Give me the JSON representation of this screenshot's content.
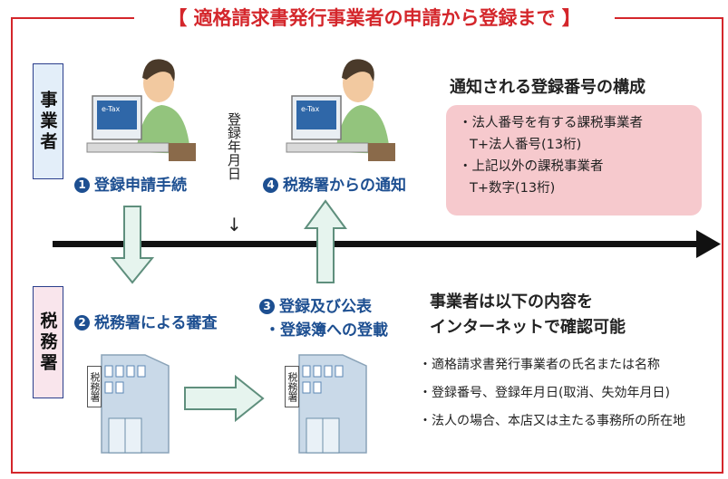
{
  "title": "【 適格請求書発行事業者の申請から登録まで 】",
  "side_labels": {
    "top": "事業者",
    "bottom": "税務署"
  },
  "steps": {
    "step1": {
      "num": "1",
      "label": "登録申請手続"
    },
    "step2": {
      "num": "2",
      "label": "税務署による審査"
    },
    "step3": {
      "num": "3",
      "line1": "登録及び公表",
      "line2": "・登録簿への登載"
    },
    "step4": {
      "num": "4",
      "label": "税務署からの通知"
    }
  },
  "registration_date_label": "登録年月日",
  "registration_date_arrow": "↓",
  "pc_screen_label": "e-Tax",
  "building_label": "税務署",
  "number_structure": {
    "heading": "通知される登録番号の構成",
    "line1": "・法人番号を有する課税事業者",
    "line2": "T+法人番号(13桁)",
    "line3": "・上記以外の課税事業者",
    "line4": "T+数字(13桁)"
  },
  "internet_check": {
    "heading1": "事業者は以下の内容を",
    "heading2": "インターネットで確認可能",
    "items": [
      "・適格請求書発行事業者の氏名または名称",
      "・登録番号、登録年月日(取消、失効年月日)",
      "・法人の場合、本店又は主たる事務所の所在地"
    ]
  },
  "colors": {
    "frame_red": "#d4262b",
    "step_blue": "#1d4f91",
    "arrow_green_fill": "#e6f4ee",
    "arrow_green_stroke": "#5f8f7d",
    "pink_box": "#f6c9cd"
  }
}
